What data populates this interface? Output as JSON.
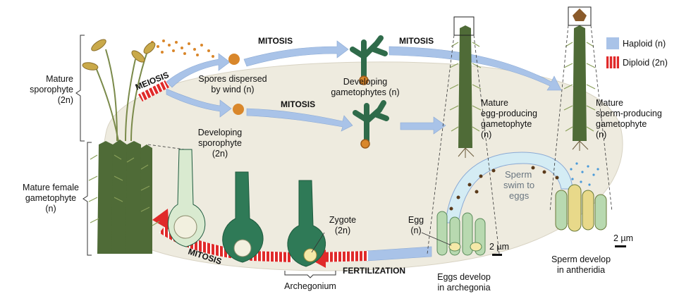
{
  "labels": {
    "mature_sporophyte": [
      "Mature",
      "sporophyte",
      "(2n)"
    ],
    "mature_female_gametophyte": [
      "Mature female",
      "gametophyte",
      "(n)"
    ],
    "spores_dispersed": [
      "Spores dispersed",
      "by wind (n)"
    ],
    "developing_gametophytes": [
      "Developing",
      "gametophytes (n)"
    ],
    "mature_egg_gametophyte": [
      "Mature",
      "egg-producing",
      "gametophyte",
      "(n)"
    ],
    "mature_sperm_gametophyte": [
      "Mature",
      "sperm-producing",
      "gametophyte",
      "(n)"
    ],
    "developing_sporophyte": [
      "Developing",
      "sporophyte",
      "(2n)"
    ],
    "zygote": [
      "Zygote",
      "(2n)"
    ],
    "egg": [
      "Egg",
      "(n)"
    ],
    "sperm_swim": [
      "Sperm",
      "swim to",
      "eggs"
    ],
    "archegonium": "Archegonium",
    "eggs_develop": [
      "Eggs develop",
      "in archegonia"
    ],
    "sperm_develop": [
      "Sperm develop",
      "in antheridia"
    ],
    "scale_bar_1": "2 µm",
    "scale_bar_2": "2 µm"
  },
  "processes": {
    "meiosis": "MEIOSIS",
    "mitosis_top_1": "MITOSIS",
    "mitosis_top_2": "MITOSIS",
    "mitosis_middle": "MITOSIS",
    "mitosis_bottom": "MITOSIS",
    "fertilization": "FERTILIZATION"
  },
  "legend": {
    "haploid": "Haploid (n)",
    "diploid": "Diploid (2n)",
    "haploid_color": "#a9c3e8",
    "diploid_color": "#e02a2a"
  },
  "colors": {
    "background_oval": "#eeebdf",
    "arrow_blue": "#a9c3e8",
    "arrow_red": "#e02a2a",
    "moss_green": "#4f6b37",
    "cell_green": "#2f7a57",
    "cell_light": "#d9ead0",
    "spore_orange": "#d9872b"
  },
  "icons": [
    "moss-plant-icon",
    "spore-icon",
    "protonema-icon",
    "archegonium-icon",
    "antheridium-icon",
    "sperm-icon"
  ]
}
